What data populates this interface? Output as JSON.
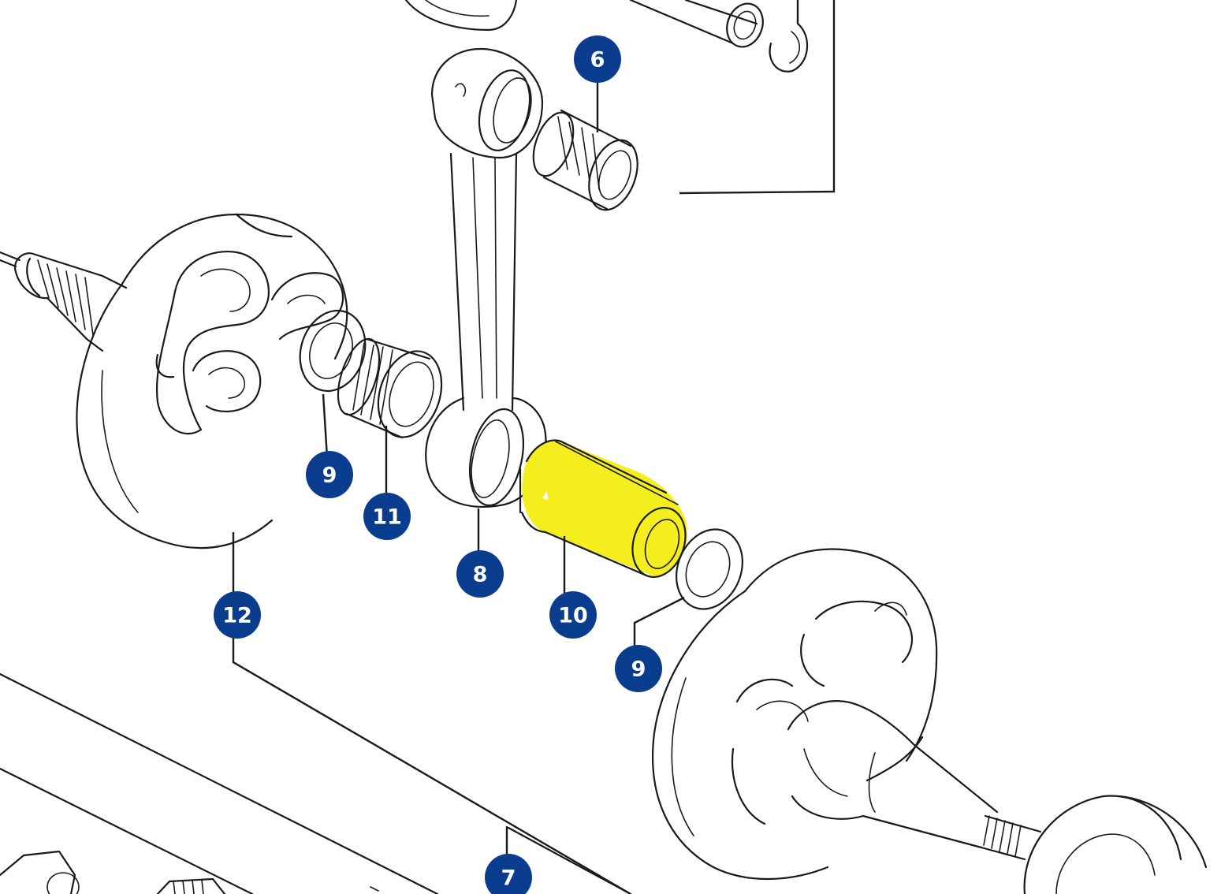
{
  "colors": {
    "callout_fill": "#0b3d8f",
    "callout_text": "#ffffff",
    "highlight": "#f5ee1e",
    "linework": "#1a1a1a"
  },
  "callouts": [
    {
      "id": "c6",
      "label": "6",
      "part": "small-end-needle-bearing"
    },
    {
      "id": "c9a",
      "label": "9",
      "part": "thrust-washer-left"
    },
    {
      "id": "c11",
      "label": "11",
      "part": "big-end-needle-bearing"
    },
    {
      "id": "c8",
      "label": "8",
      "part": "connecting-rod"
    },
    {
      "id": "c10",
      "label": "10",
      "part": "crank-pin"
    },
    {
      "id": "c12",
      "label": "12",
      "part": "left-crank-web"
    },
    {
      "id": "c9b",
      "label": "9",
      "part": "thrust-washer-right"
    },
    {
      "id": "c7",
      "label": "7",
      "part": "crankshaft-assembly"
    }
  ],
  "highlighted_part": "crank-pin"
}
